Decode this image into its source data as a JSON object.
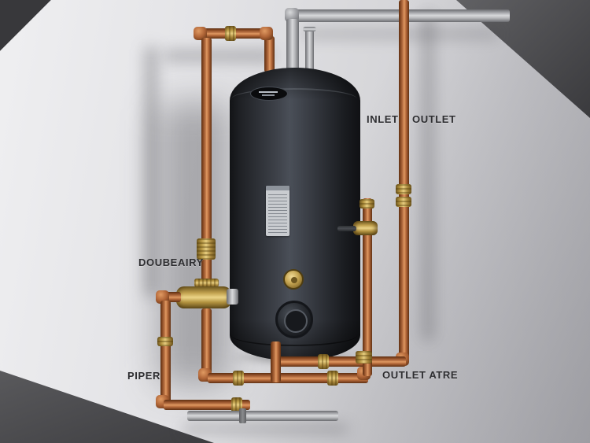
{
  "diagram": {
    "type": "water-heater-piping-illustration",
    "labels": {
      "inlet": "INLET",
      "outlet": "OUTLET",
      "doubeairy": "DOUBEAIRY",
      "piper": "PIPER",
      "outlet_atre": "OUTLET ATRE"
    },
    "colors": {
      "copper_pipe": "#b4693a",
      "brass_fitting": "#c9a85a",
      "steel_pipe": "#b9babd",
      "tank_body": "#2c3036",
      "wall": "#d9d9dc",
      "shadow": "#3a3a40",
      "label_text": "#2e2e31"
    }
  }
}
